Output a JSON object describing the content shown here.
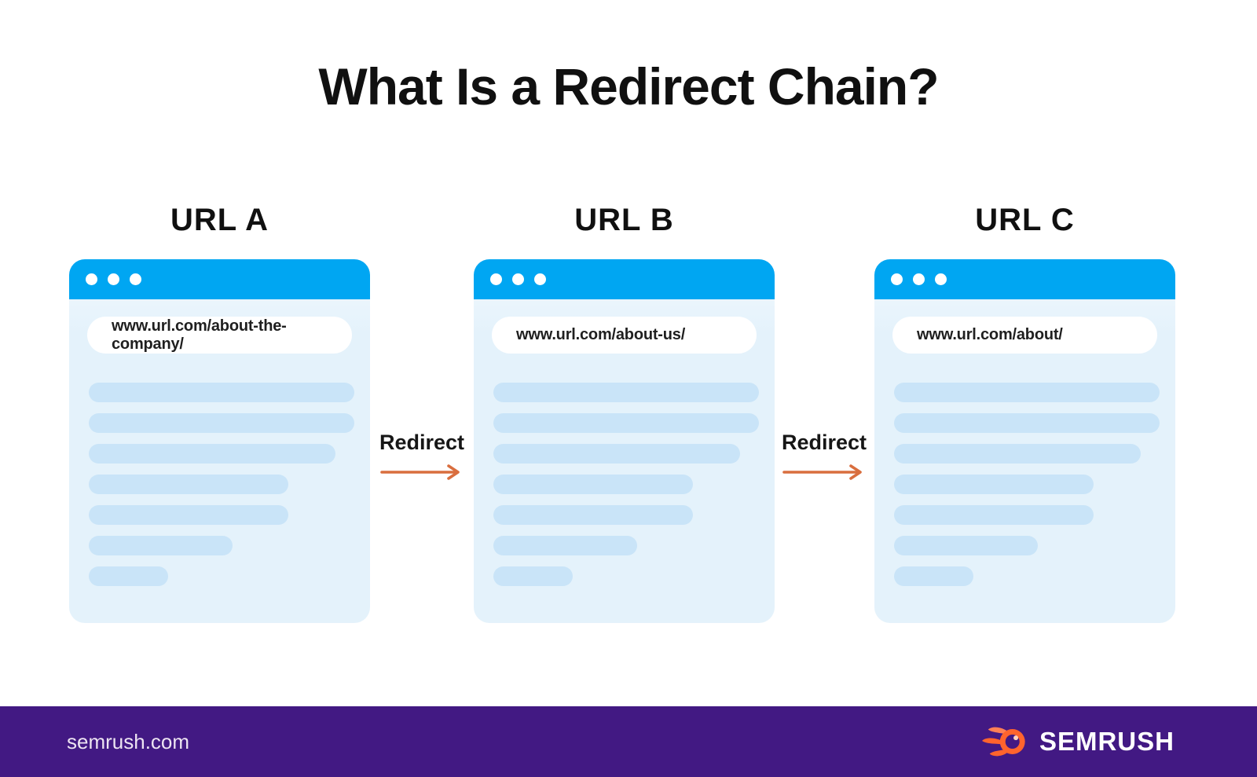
{
  "title": "What Is a Redirect Chain?",
  "columns": [
    {
      "label": "URL A",
      "url": "www.url.com/about-the-company/"
    },
    {
      "label": "URL B",
      "url": "www.url.com/about-us/"
    },
    {
      "label": "URL C",
      "url": "www.url.com/about/"
    }
  ],
  "connectors": [
    {
      "label": "Redirect"
    },
    {
      "label": "Redirect"
    }
  ],
  "skeleton": {
    "line_widths_pct": [
      100,
      100,
      93,
      75,
      75,
      54,
      30
    ]
  },
  "footer": {
    "site": "semrush.com",
    "logo_text": "SEMRUSH"
  },
  "colors": {
    "browser_header_blue": "#00A6F2",
    "browser_body_blue": "#E4F2FB",
    "skeleton_line_blue": "#C9E4F8",
    "arrow_orange": "#D96E3E",
    "footer_purple": "#421983",
    "logo_orange": "#FF642D",
    "title_black": "#101010"
  }
}
